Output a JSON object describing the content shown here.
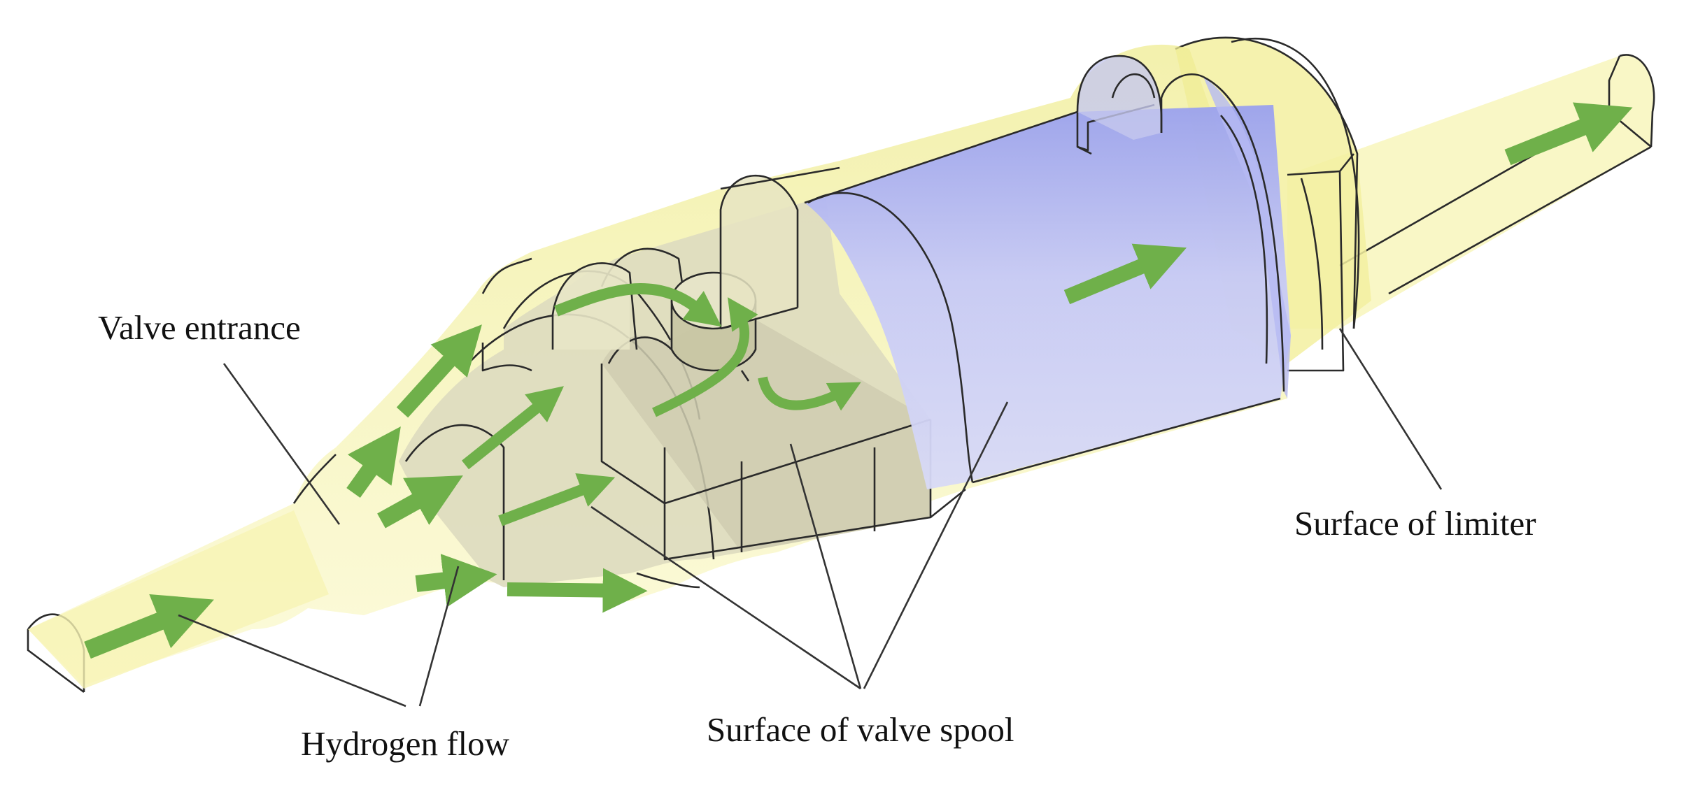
{
  "labels": {
    "valve_entrance": "Valve entrance",
    "hydrogen_flow": "Hydrogen flow",
    "surface_valve_spool": "Surface of valve spool",
    "surface_limiter": "Surface of limiter"
  },
  "colors": {
    "housing_fill": "#f7f4b0",
    "housing_shade": "#ecea8c",
    "spool_fill": "#c9ccf2",
    "spool_shade": "#9fa6ee",
    "cavity_fill": "#dcdab8",
    "arrow_green": "#6fb04a",
    "edge_line": "#2a2a2a"
  },
  "icons": [
    "flow-arrow-icon"
  ]
}
